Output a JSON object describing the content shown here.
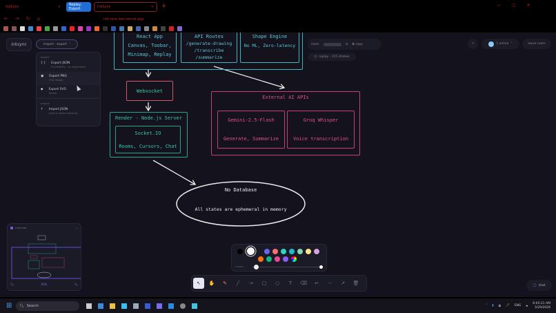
{
  "browser": {
    "tabs": [
      {
        "label": "InkSync"
      },
      {
        "label": "Replay, Export."
      },
      {
        "label": "InkSync"
      }
    ],
    "url": "ink-sync-ten.vercel.app"
  },
  "app": {
    "logo": "inksync",
    "import_export_label": "import · export",
    "menu": {
      "export_heading": "export",
      "import_heading": "import",
      "items": [
        {
          "icon": "{ }",
          "title": "Export JSON",
          "sub": "Full fidelity · re-importable"
        },
        {
          "icon": "▣",
          "title": "Export PNG",
          "sub": "Flat image"
        },
        {
          "icon": "◆",
          "title": "Export SVG",
          "sub": "Vector"
        },
        {
          "icon": "↑",
          "title": "Import JSON",
          "sub": "Load a saved drawing"
        }
      ]
    },
    "room": {
      "label": "room",
      "copy": "copy",
      "replay": "replay · 115 strokes"
    },
    "online": "1 online",
    "leave": "leave room",
    "chat": "chat",
    "stroke_label": "stroke",
    "minimap": {
      "title": "minimap",
      "zoom": "93%"
    },
    "colors": {
      "main": [
        "#000000",
        "#ffffff",
        "#6366f1",
        "#f87171",
        "#2dd4bf",
        "#22b8cf",
        "#86d6b0",
        "#fde68a",
        "#d8a0e0"
      ],
      "row2": [
        "#f97316",
        "#10b981",
        "#ec4899",
        "#8b5cf6"
      ]
    }
  },
  "diagram": {
    "react": {
      "title": "React App",
      "body": "Canvas, Toobar,",
      "body2": "Minimap, Replay"
    },
    "api": {
      "title": "API Routes",
      "l1": "/generate-drawing",
      "l2": "/transcribe",
      "l3": "/summarize"
    },
    "shape": {
      "title": "Shape Engine",
      "body": "No ML, Zero-latency"
    },
    "websocket": "Websocket",
    "render": {
      "title": "Render - Node.js Server",
      "inner": "Socket.IO",
      "inner2": "Rooms, Cursors, Chat"
    },
    "external": {
      "title": "External AI APIs",
      "gemini": "Gemini-2.5-Flash",
      "gemini2": "Generate, Summarize",
      "groq": "Groq Whisper",
      "groq2": "Voice transcription"
    },
    "db": {
      "title": "No Database",
      "body": "All states are ephemeral in memory"
    }
  },
  "taskbar": {
    "search": "Search",
    "lang": "ENG",
    "time": "6:05:21 AM",
    "date": "3/29/2026"
  }
}
